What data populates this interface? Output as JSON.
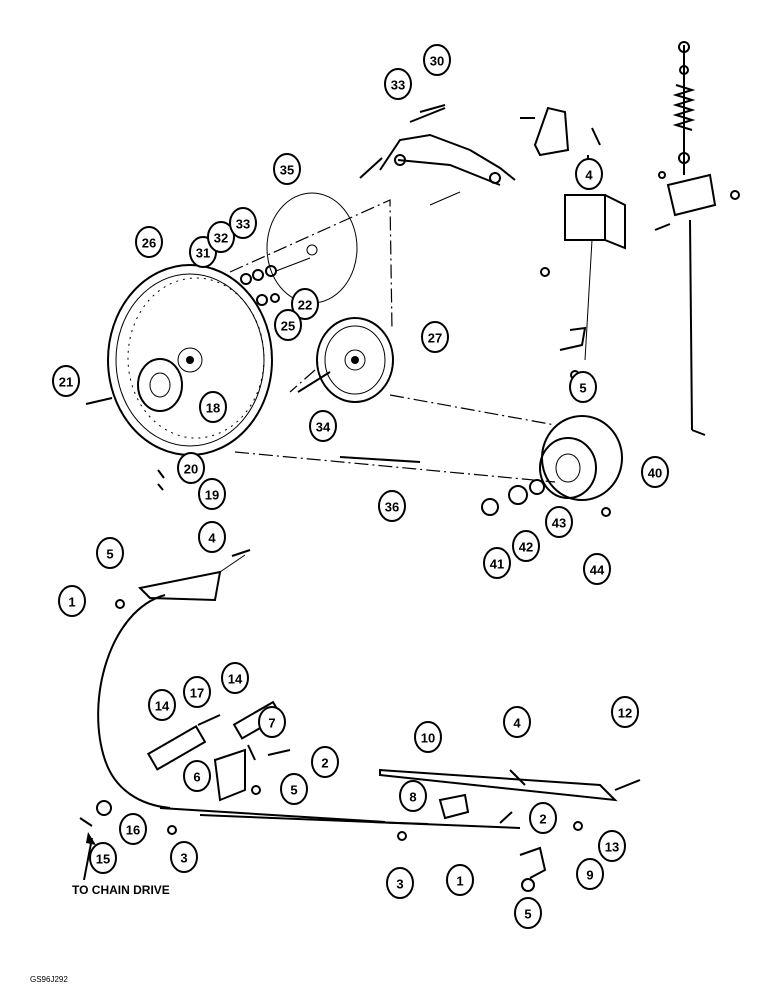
{
  "callouts": [
    "1",
    "2",
    "3",
    "4",
    "5",
    "6",
    "7",
    "8",
    "9",
    "10",
    "12",
    "13",
    "14",
    "15",
    "16",
    "17",
    "18",
    "19",
    "20",
    "21",
    "22",
    "25",
    "26",
    "27",
    "30",
    "31",
    "32",
    "33",
    "34",
    "35",
    "36",
    "40",
    "41",
    "42",
    "43",
    "44"
  ],
  "caption": "TO CHAIN DRIVE",
  "drawing_code": "GS96J292"
}
